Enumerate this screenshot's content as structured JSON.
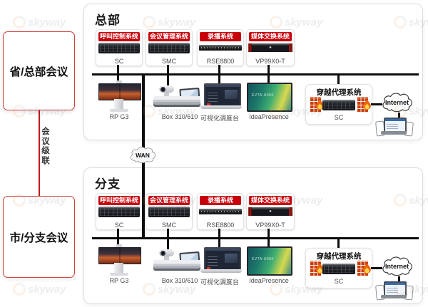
{
  "left_panel": {
    "top_box_label": "省/总部会议",
    "bottom_box_label": "市/分支会议",
    "cascade_label": "会议级联"
  },
  "wan": {
    "label": "WAN"
  },
  "sites": [
    {
      "title": "总部",
      "systems": [
        {
          "label": "呼叫控制系统",
          "caption": "SC"
        },
        {
          "label": "会议管理系统",
          "caption": "SMC"
        },
        {
          "label": "录播系统",
          "caption": "RSE8800"
        },
        {
          "label": "媒体交换系统",
          "caption": "VP99X0-T"
        }
      ],
      "endpoints": [
        {
          "caption": "RP G3"
        },
        {
          "caption": "Box 310/610"
        },
        {
          "caption": "可视化调度台"
        },
        {
          "caption": "IdeaPresence",
          "screen_text": "EVTA-U650"
        }
      ],
      "proxy": {
        "label": "穿越代理系统",
        "caption": "SC"
      },
      "internet": {
        "label": "Internet"
      }
    },
    {
      "title": "分支",
      "systems": [
        {
          "label": "呼叫控制系统",
          "caption": "SC"
        },
        {
          "label": "会议管理系统",
          "caption": "SMC"
        },
        {
          "label": "录播系统",
          "caption": "RSE8800"
        },
        {
          "label": "媒体交换系统",
          "caption": "VP99X0-T"
        }
      ],
      "endpoints": [
        {
          "caption": "RP G3"
        },
        {
          "caption": "Box 310/610"
        },
        {
          "caption": "可视化调度台"
        },
        {
          "caption": "IdeaPresence",
          "screen_text": "EVTA-U650"
        }
      ],
      "proxy": {
        "label": "穿越代理系统",
        "caption": "SC"
      },
      "internet": {
        "label": "Internet"
      }
    }
  ],
  "watermark": {
    "text": "skyway"
  },
  "colors": {
    "accent_red": "#c7000b",
    "left_box_border": "#d0413c",
    "line_black": "#0d0d0d"
  }
}
